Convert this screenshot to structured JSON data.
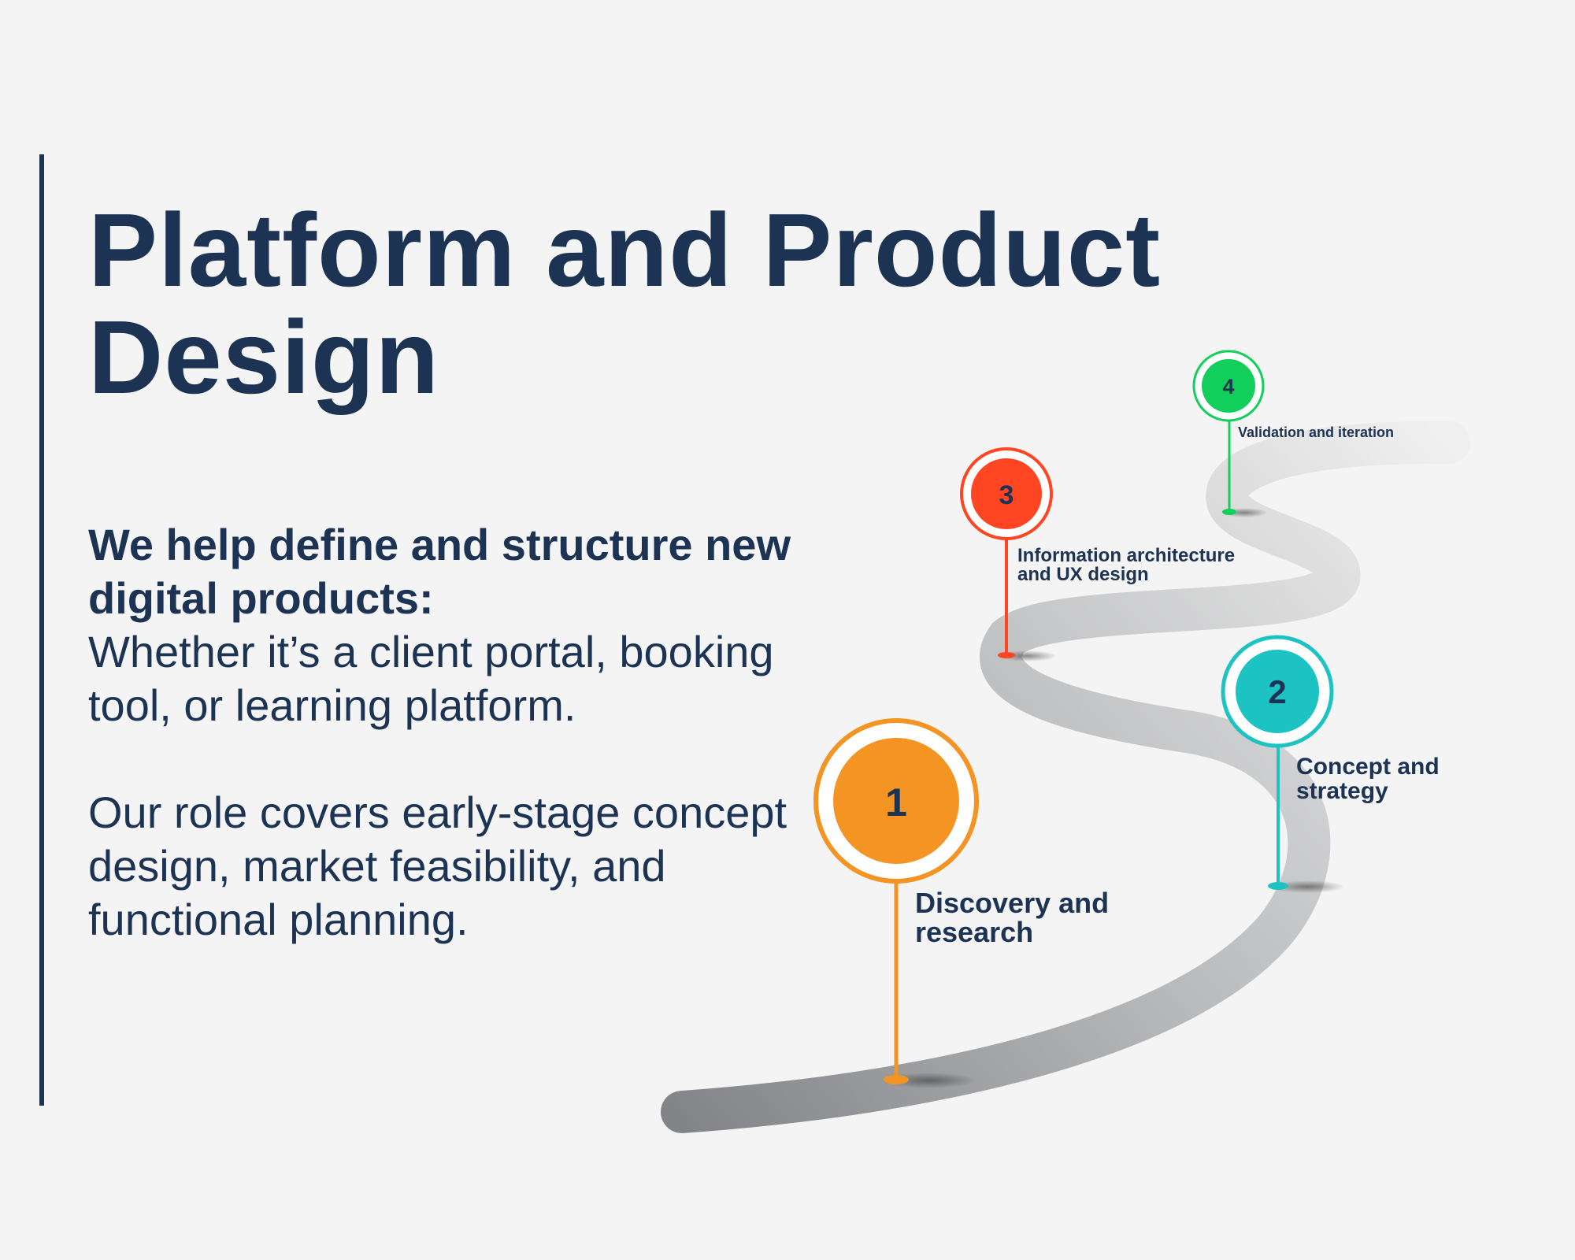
{
  "title": "Platform and Product Design",
  "intro": {
    "heading": "We help define and structure new digital products:",
    "text": "Whether it’s a client portal, booking tool, or learning platform."
  },
  "role_text": "Our role covers early-stage concept design, market feasibility, and functional planning.",
  "steps": [
    {
      "number": "1",
      "label": "Discovery and research",
      "color": "#f39423"
    },
    {
      "number": "2",
      "label": "Concept and strategy",
      "color": "#1dc3c3"
    },
    {
      "number": "3",
      "label": "Information architecture and UX design",
      "color": "#ff4521"
    },
    {
      "number": "4",
      "label": "Validation and iteration",
      "color": "#12cf5b"
    }
  ],
  "colors": {
    "navy": "#1c3354",
    "background": "#f4f4f4",
    "road_dark": "#8a8b8e",
    "road_light": "#e8e8e8"
  }
}
